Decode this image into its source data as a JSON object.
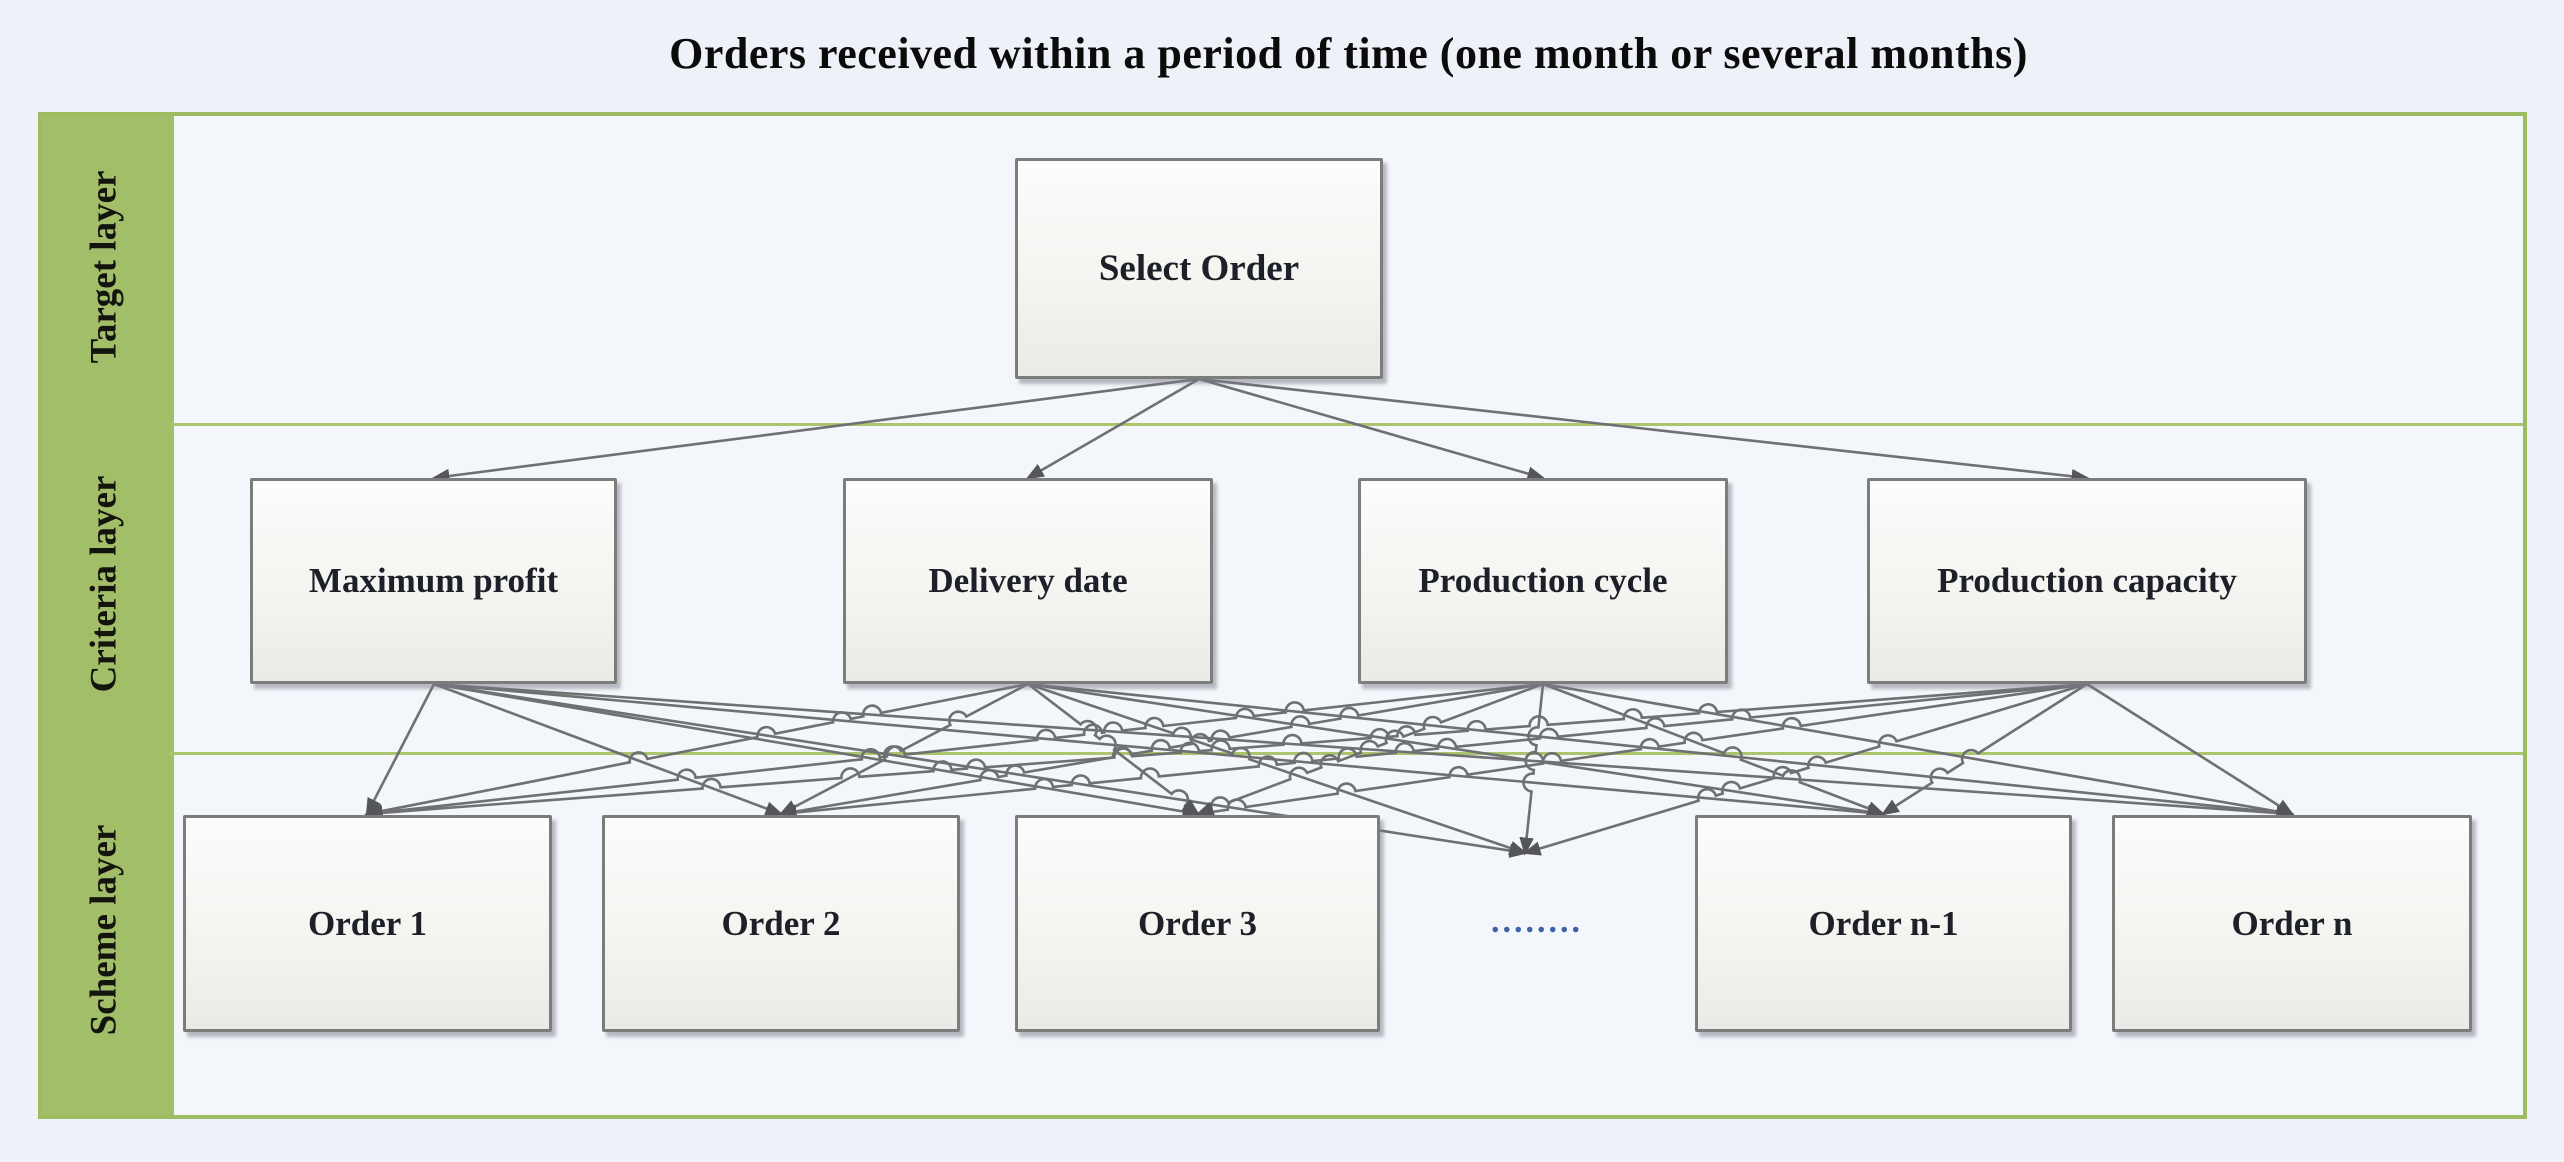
{
  "title": "Orders received within a period of time (one month or several months)",
  "layer_labels": [
    "Target layer",
    "Criteria layer",
    "Scheme layer"
  ],
  "nodes": {
    "target": "Select Order",
    "criteria": [
      "Maximum profit",
      "Delivery date",
      "Production cycle",
      "Production capacity"
    ],
    "schemes": [
      "Order 1",
      "Order 2",
      "Order 3",
      "Order n-1",
      "Order n"
    ],
    "ellipsis": "........"
  },
  "colors": {
    "page_bg": "#eef1f8",
    "panel_bg": "#f3f6fb",
    "band_green": "#a3be68",
    "panel_border_green": "#9dbb5f",
    "separator_green": "#abc56d",
    "connector_gray": "#6e7072",
    "arrowhead_gray": "#55565a",
    "node_border_gray": "#7c7c7c",
    "node_text": "#1d2029",
    "dots_blue": "#3e63a4"
  }
}
